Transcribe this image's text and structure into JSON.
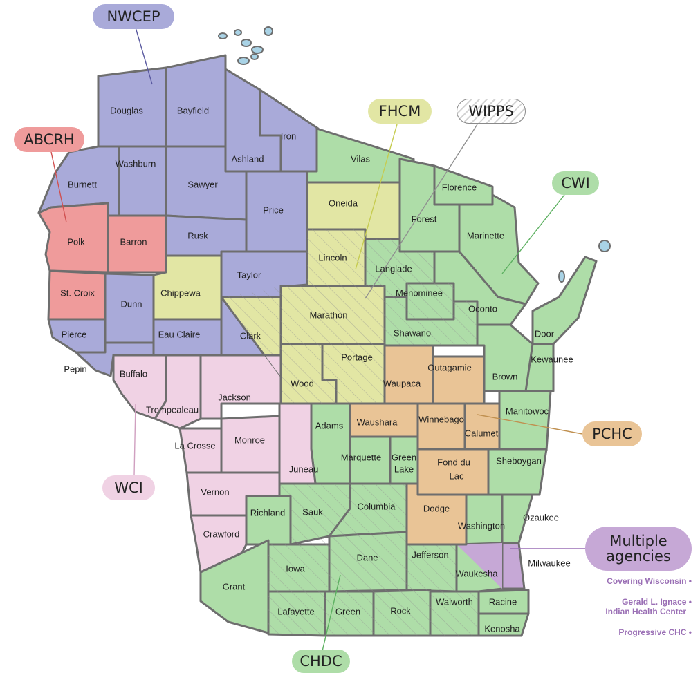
{
  "colors": {
    "NWCEP": "#a9aad9",
    "ABCRH": "#ef9b9b",
    "FHCM": "#e2e6a4",
    "WIPPS_hatch": "#b0b0b0",
    "CWI": "#aedda8",
    "PCHC": "#e9c496",
    "WCI": "#f0d2e4",
    "CHDC": "#aedda8",
    "Multiple": "#c6a8d6",
    "border": "#6e6e6e",
    "lake": "#a9d3e6",
    "legend_text": "#9a6fb5"
  },
  "agencies": {
    "NWCEP": "NWCEP",
    "ABCRH": "ABCRH",
    "FHCM": "FHCM",
    "WIPPS": "WIPPS",
    "CWI": "CWI",
    "PCHC": "PCHC",
    "WCI": "WCI",
    "CHDC": "CHDC",
    "Multiple": "Multiple agencies"
  },
  "legend": {
    "line1": "Covering Wisconsin •",
    "line2a": "Gerald L. Ignace •",
    "line2b": "Indian Health Center",
    "line3": "Progressive CHC •"
  },
  "counties": {
    "douglas": "Douglas",
    "bayfield": "Bayfield",
    "iron": "Iron",
    "ashland": "Ashland",
    "washburn": "Washburn",
    "burnett": "Burnett",
    "sawyer": "Sawyer",
    "price": "Price",
    "polk": "Polk",
    "barron": "Barron",
    "rusk": "Rusk",
    "taylor": "Taylor",
    "stcroix": "St. Croix",
    "dunn": "Dunn",
    "chippewa": "Chippewa",
    "clark": "Clark",
    "pierce": "Pierce",
    "pepin": "Pepin",
    "eauclaire": "Eau Claire",
    "vilas": "Vilas",
    "oneida": "Oneida",
    "lincoln": "Lincoln",
    "marathon": "Marathon",
    "florence": "Florence",
    "forest": "Forest",
    "marinette": "Marinette",
    "langlade": "Langlade",
    "menominee": "Menominee",
    "oconto": "Oconto",
    "shawano": "Shawano",
    "door": "Door",
    "kewaunee": "Kewaunee",
    "brown": "Brown",
    "outagamie": "Outagamie",
    "waupaca": "Waupaca",
    "portage": "Portage",
    "wood": "Wood",
    "buffalo": "Buffalo",
    "trempealeau": "Trempealeau",
    "jackson": "Jackson",
    "lacrosse": "La Crosse",
    "monroe": "Monroe",
    "juneau": "Juneau",
    "adams": "Adams",
    "waushara": "Waushara",
    "winnebago": "Winnebago",
    "calumet": "Calumet",
    "manitowoc": "Manitowoc",
    "marquette": "Marquette",
    "greenlake_a": "Green",
    "greenlake_b": "Lake",
    "fonddulac_a": "Fond du",
    "fonddulac_b": "Lac",
    "sheboygan": "Sheboygan",
    "vernon": "Vernon",
    "richland": "Richland",
    "sauk": "Sauk",
    "columbia": "Columbia",
    "dodge": "Dodge",
    "washington": "Washington",
    "ozaukee": "Ozaukee",
    "crawford": "Crawford",
    "grant": "Grant",
    "iowa": "Iowa",
    "dane": "Dane",
    "jefferson": "Jefferson",
    "waukesha": "Waukesha",
    "milwaukee": "Milwaukee",
    "lafayette": "Lafayette",
    "green": "Green",
    "rock": "Rock",
    "walworth": "Walworth",
    "racine": "Racine",
    "kenosha": "Kenosha"
  }
}
